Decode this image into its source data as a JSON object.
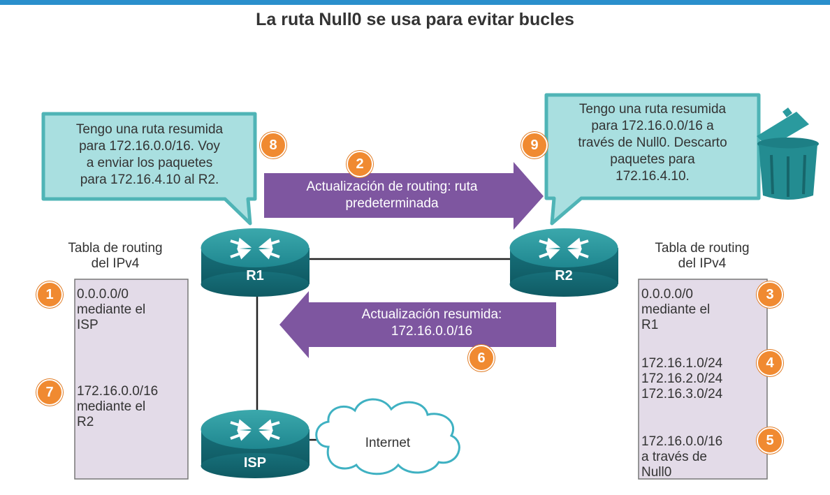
{
  "title": "La ruta Null0 se usa para evitar bucles",
  "routers": {
    "r1": "R1",
    "r2": "R2",
    "isp": "ISP"
  },
  "cloud_label": "Internet",
  "callouts": {
    "r1": [
      "Tengo una ruta resumida",
      "para 172.16.0.0/16. Voy",
      "a enviar los paquetes",
      "para 172.16.4.10 al R2."
    ],
    "r2": [
      "Tengo una ruta resumida",
      "para 172.16.0.0/16 a",
      "través de Null0. Descarto",
      "paquetes para",
      "172.16.4.10."
    ]
  },
  "arrows": {
    "default_update": [
      "Actualización de routing: ruta",
      "predeterminada"
    ],
    "summary_update": [
      "Actualización resumida:",
      "172.16.0.0/16"
    ]
  },
  "left_table": {
    "heading": [
      "Tabla de routing",
      "del IPv4"
    ],
    "entries": [
      [
        "0.0.0.0/0",
        "mediante el",
        "ISP"
      ],
      [
        "172.16.0.0/16",
        "mediante el",
        "R2"
      ]
    ]
  },
  "right_table": {
    "heading": [
      "Tabla de routing",
      "del IPv4"
    ],
    "entries": [
      [
        "0.0.0.0/0",
        "mediante el",
        "R1"
      ],
      [
        "172.16.1.0/24",
        "172.16.2.0/24",
        "172.16.3.0/24"
      ],
      [
        "172.16.0.0/16",
        "a través de",
        "Null0"
      ]
    ]
  },
  "badges": [
    "1",
    "2",
    "3",
    "4",
    "5",
    "6",
    "7",
    "8",
    "9"
  ],
  "colors": {
    "accent_bar": "#2a8fcc",
    "callout": "#a9dfe0",
    "arrow": "#7e56a0",
    "table": "#e3dbe8",
    "badge": "#f08a31",
    "router": "#1f7c84"
  }
}
